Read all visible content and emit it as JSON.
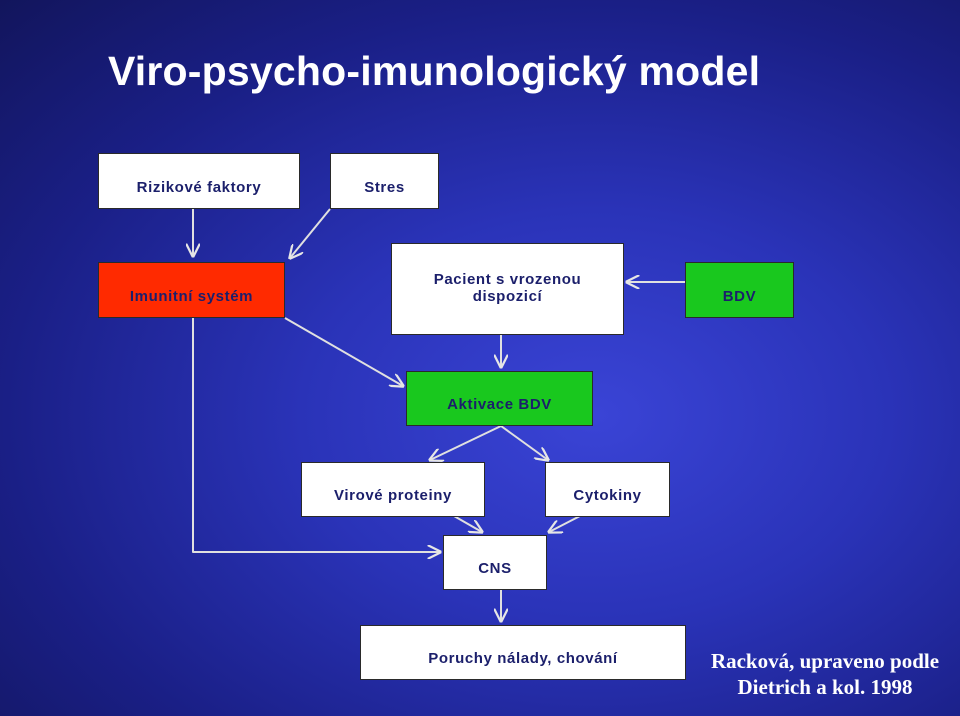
{
  "title": "Viro-psycho-imunologický model",
  "colors": {
    "background": "#2a33b8",
    "accent_red": "#ff2a00",
    "accent_green": "#19c81e",
    "box_white": "#ffffff",
    "label_text": "#1b1f6b",
    "connector": "#e0e0e0"
  },
  "boxes": {
    "rizikove_faktory": "Rizikové faktory",
    "stres": "Stres",
    "imunitni_system": "Imunitní systém",
    "pacient": "Pacient s vrozenou\ndispozicí",
    "bdv": "BDV",
    "aktivace_bdv": "Aktivace BDV",
    "virove_proteiny": "Virové proteiny",
    "cytokiny": "Cytokiny",
    "cns": "CNS",
    "poruchy": "Poruchy nálady, chování"
  },
  "citation": {
    "line1": "Racková, upraveno podle",
    "line2": "Dietrich a kol. 1998"
  }
}
